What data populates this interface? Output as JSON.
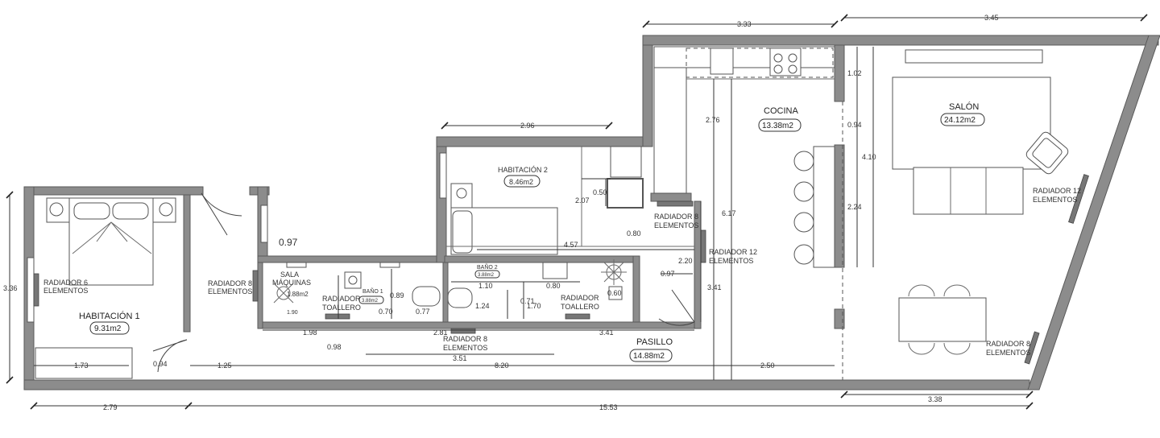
{
  "rooms": {
    "habitacion1": {
      "name": "HABITACIÓN 1",
      "area": "9.31m2"
    },
    "habitacion2": {
      "name": "HABITACIÓN 2",
      "area": "8.46m2"
    },
    "cocina": {
      "name": "COCINA",
      "area": "13.38m2"
    },
    "salon": {
      "name": "SALÓN",
      "area": "24.12m2"
    },
    "pasillo": {
      "name": "PASILLO",
      "area": "14.88m2"
    },
    "bano1": {
      "name": "BAÑO 1",
      "area": "3.88m2"
    },
    "bano2": {
      "name": "BAÑO 2",
      "area": "3.88m2"
    },
    "sala_maquinas": {
      "name_line1": "SALA",
      "name_line2": "MÁQUINAS",
      "area": "1.88m2"
    }
  },
  "radiators": {
    "r_hab1": {
      "line1": "RADIADOR 6",
      "line2": "ELEMENTOS"
    },
    "r_entry": {
      "line1": "RADIADOR 8",
      "line2": "ELEMENTOS"
    },
    "r_hab2": {
      "line1": "RADIADOR 8",
      "line2": "ELEMENTOS"
    },
    "r_cocina": {
      "line1": "RADIADOR 12",
      "line2": "ELEMENTOS"
    },
    "r_salon_top": {
      "line1": "RADIADOR 12",
      "line2": "ELEMENTOS"
    },
    "r_salon_bot": {
      "line1": "RADIADOR 8",
      "line2": "ELEMENTOS"
    },
    "r_pasillo": {
      "line1": "RADIADOR 8",
      "line2": "ELEMENTOS"
    },
    "r_toallero1": {
      "line1": "RADIADOR",
      "line2": "TOALLERO"
    },
    "r_toallero2": {
      "line1": "RADIADOR",
      "line2": "TOALLERO"
    }
  },
  "dimensions": {
    "d_333": "3.33",
    "d_345": "3.45",
    "d_296": "2.96",
    "d_336": "3.36",
    "d_097": "0.97",
    "d_102": "1.02",
    "d_094a": "0.94",
    "d_410": "4.10",
    "d_224": "2.24",
    "d_276": "2.76",
    "d_617": "6.17",
    "d_207": "2.07",
    "d_050": "0.50",
    "d_457": "4.57",
    "d_080a": "0.80",
    "d_220": "2.20",
    "d_097b": "0.97",
    "d_341v": "3.41",
    "d_089": "0.89",
    "d_070": "0.70",
    "d_077": "0.77",
    "d_110": "1.10",
    "d_080b": "0.80",
    "d_124": "1.24",
    "d_071": "0.71",
    "d_170": "1.70",
    "d_060": "0.60",
    "d_198": "1.98",
    "d_281": "2.81",
    "d_341h": "3.41",
    "d_098": "0.98",
    "d_351": "3.51",
    "d_173": "1.73",
    "d_094b": "0.94",
    "d_125": "1.25",
    "d_820": "8.20",
    "d_250": "2.50",
    "d_338": "3.38",
    "d_279": "2.79",
    "d_1553": "15.53",
    "d_190": "1.90"
  }
}
